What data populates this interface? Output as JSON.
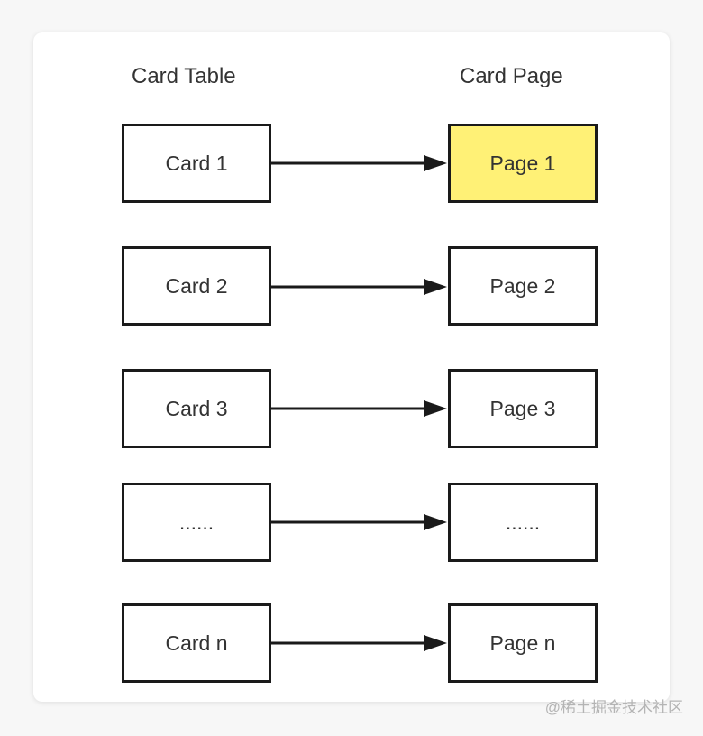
{
  "headers": {
    "left": "Card Table",
    "right": "Card Page"
  },
  "rows": [
    {
      "card": "Card 1",
      "page": "Page 1",
      "highlighted": true
    },
    {
      "card": "Card 2",
      "page": "Page 2",
      "highlighted": false
    },
    {
      "card": "Card 3",
      "page": "Page 3",
      "highlighted": false
    },
    {
      "card": "......",
      "page": "......",
      "highlighted": false
    },
    {
      "card": "Card n",
      "page": "Page n",
      "highlighted": false
    }
  ],
  "colors": {
    "highlight": "#fff176",
    "border": "#1a1a1a",
    "text": "#333333"
  },
  "watermark": "@稀土掘金技术社区"
}
